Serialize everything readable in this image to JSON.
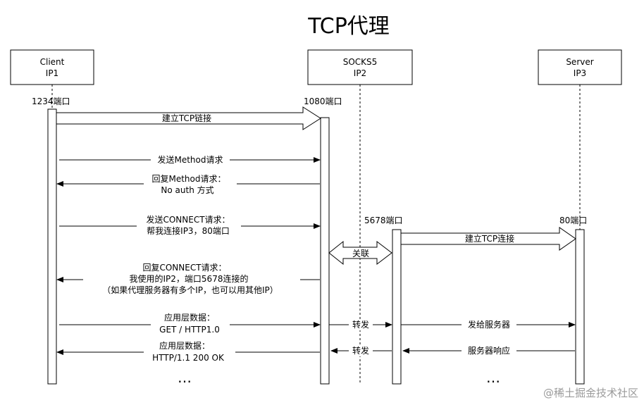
{
  "title": "TCP代理",
  "participants": {
    "client": {
      "name": "Client",
      "ip": "IP1"
    },
    "socks": {
      "name": "SOCKS5",
      "ip": "IP2"
    },
    "server": {
      "name": "Server",
      "ip": "IP3"
    }
  },
  "ports": {
    "client": "1234端口",
    "socks_in": "1080端口",
    "socks_out": "5678端口",
    "server": "80端口"
  },
  "messages": {
    "establish_client": "建立TCP链接",
    "send_method": "发送Method请求",
    "reply_method_1": "回复Method请求：",
    "reply_method_2": "No auth 方式",
    "connect_1": "发送CONNECT请求：",
    "connect_2": "帮我连接IP3，80端口",
    "establish_server": "建立TCP连接",
    "associate": "关联",
    "reply_connect_1": "回复CONNECT请求：",
    "reply_connect_2": "我使用的IP2，端口5678连接的",
    "reply_connect_3": "（如果代理服务器有多个IP，也可以用其他IP）",
    "app_data_req_1": "应用层数据：",
    "app_data_req_2": "GET / HTTP1.0",
    "forward_1": "转发",
    "to_server": "发给服务器",
    "app_data_resp_1": "应用层数据：",
    "app_data_resp_2": "HTTP/1.1 200 OK",
    "forward_2": "转发",
    "server_resp": "服务器响应",
    "ellipsis_left": "…",
    "ellipsis_right": "…"
  },
  "watermark": "@稀土掘金技术社区"
}
